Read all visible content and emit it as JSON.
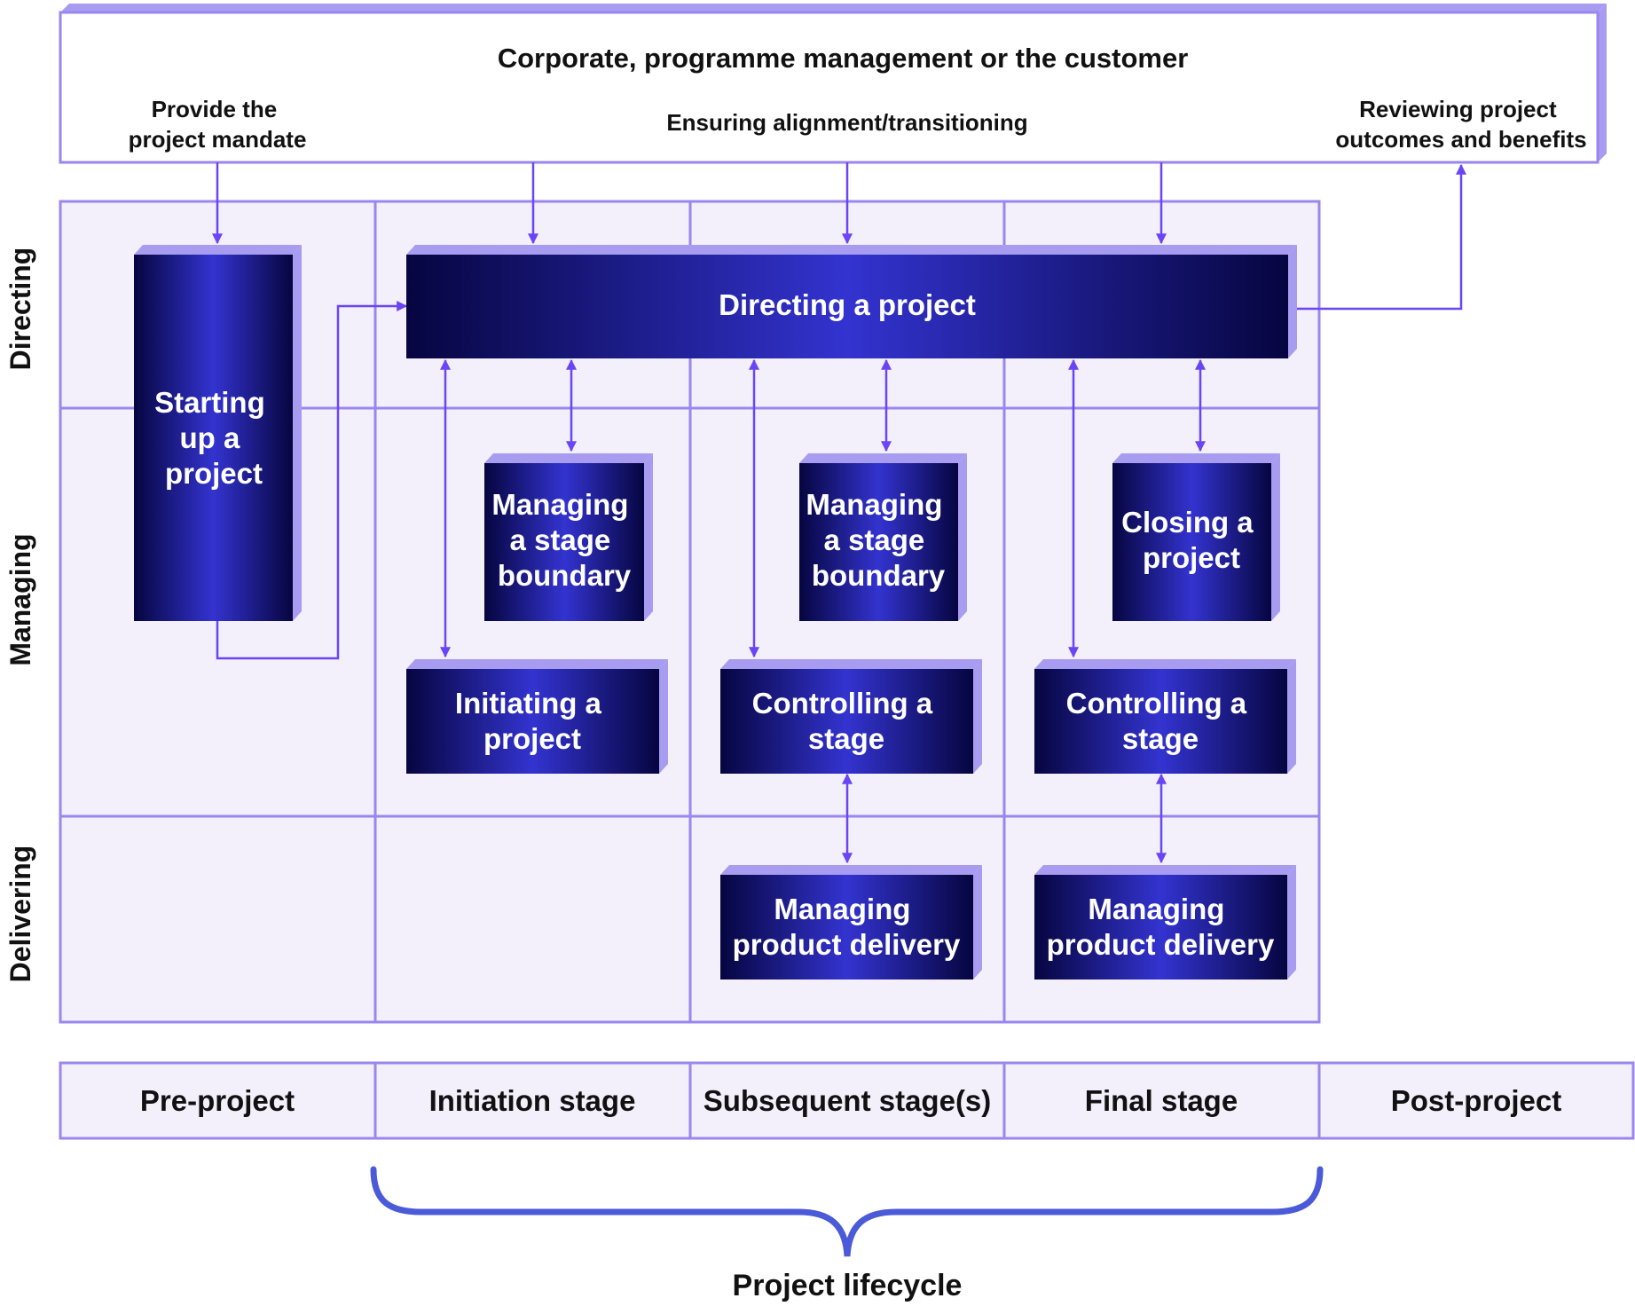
{
  "header": {
    "title": "Corporate, programme management or the customer",
    "mandate": [
      "Provide the",
      "project mandate"
    ],
    "alignment": "Ensuring alignment/transitioning",
    "reviewing": [
      "Reviewing project",
      "outcomes and benefits"
    ]
  },
  "rows": [
    "Directing",
    "Managing",
    "Delivering"
  ],
  "processes": {
    "starting": [
      "Starting",
      "up a",
      "project"
    ],
    "directing": [
      "Directing a project"
    ],
    "msb1": [
      "Managing",
      "a stage",
      "boundary"
    ],
    "msb2": [
      "Managing",
      "a stage",
      "boundary"
    ],
    "closing": [
      "Closing a",
      "project"
    ],
    "initiating": [
      "Initiating a",
      "project"
    ],
    "cs1": [
      "Controlling a",
      "stage"
    ],
    "cs2": [
      "Controlling a",
      "stage"
    ],
    "mpd1": [
      "Managing",
      "product delivery"
    ],
    "mpd2": [
      "Managing",
      "product delivery"
    ]
  },
  "stages": [
    "Pre-project",
    "Initiation stage",
    "Subsequent stage(s)",
    "Final stage",
    "Post-project"
  ],
  "lifecycle": "Project lifecycle",
  "colors": {
    "border": "#9b86f0",
    "arrow": "#6a45f5",
    "cell": "#f3effb",
    "boxDark": "#060540",
    "boxMid": "#3333d0",
    "brace": "#4a5ad8"
  }
}
